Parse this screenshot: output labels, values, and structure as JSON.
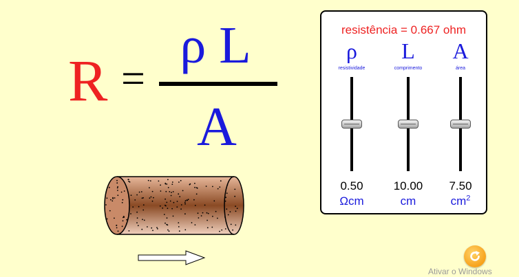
{
  "colors": {
    "background": "#ffffcc",
    "resistance_red": "#ee2222",
    "variable_blue": "#1a1adc",
    "wire_brown": "#9e5a34",
    "reset_orange": "#f7a21b"
  },
  "formula": {
    "lhs": "R",
    "equals": "=",
    "numerator": "ρ L",
    "denominator": "A"
  },
  "panel": {
    "title": "resistência = 0.667 ohm",
    "sliders": [
      {
        "symbol": "ρ",
        "description": "resistividade",
        "value": "0.50",
        "unit": "Ωcm",
        "level": 0.5
      },
      {
        "symbol": "L",
        "description": "comprimento",
        "value": "10.00",
        "unit": "cm",
        "level": 0.5
      },
      {
        "symbol": "A",
        "description": "área",
        "value": "7.50",
        "unit": "cm",
        "unit_exponent": "2",
        "level": 0.5
      }
    ]
  },
  "icons": {
    "wire": "resistor-cylinder-icon",
    "arrow": "current-arrow-icon",
    "reset": "reset-icon"
  },
  "watermark": "Ativar o Windows"
}
